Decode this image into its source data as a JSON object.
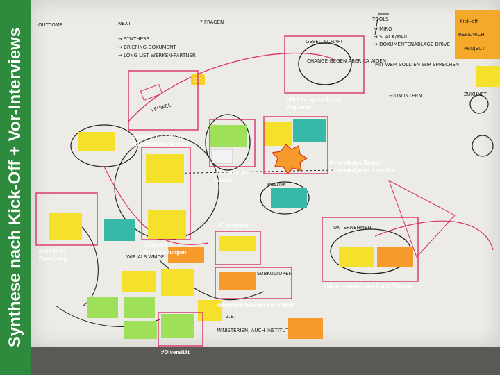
{
  "banner": {
    "title": "Synthese nach Kick-Off + Vor-Interviews"
  },
  "labels": {
    "not_backyard_1": "#Not in my backyard",
    "not_backyard_2": "Argument",
    "vehikel": "#Vehikel für Change",
    "demokratie": "#Demokratiestärkung",
    "handlungs_1": "#Handlungs-",
    "handlungs_2": "wissen",
    "knowledge_equity": "#Knowledge Equity",
    "knowledge_service": "#Knowledge as a service",
    "commons": "#Commons",
    "teil_1": "#Teil einer",
    "teil_2": "Bewegung",
    "bessere_1": "#Bessere",
    "bessere_2": "Entscheidungen",
    "unternehmen": "#Unternehmen und freies Wissen",
    "repraesentation": "#Representatation der Vielfalt",
    "diversitaet": "#Diversität"
  },
  "whiteboard": {
    "outcome": "OUTCOME",
    "next": "NEXT",
    "fragen": "? FRAGEN",
    "tools": "TOOLS",
    "synthese": "→ SYNTHESE",
    "briefing": "→ BRIEFING DOKUMENT",
    "longlist": "→ LONG LIST WERKEN-PARTNER",
    "miro": "→ MIRO",
    "slack": "→ SLACK/MAIL",
    "doku": "→ DOKUMENTENABLAGE DRIVE",
    "mit_wem": "MIT WEM SOLLTEN WIR SPRECHEN",
    "um_intern": "→ UM INTERN",
    "gesellschaft": "GESELLSCHAFT",
    "change": "CHANGE GEGEN ABER KA AIGEN",
    "politik": "POLITIK",
    "unternehmen_circle": "UNTERNEHMEN",
    "wir_als_wmde": "WIR ALS WMDE",
    "zb": "Z.B.",
    "ministerien": "MINISTERIEN, AUCH INSTITUTE",
    "subkulturen": "SUBKULTUREN",
    "kickoff": "Kick-off",
    "research": "RESEARCH",
    "project": "PROJECT",
    "zukunft": "ZUKUNFT"
  },
  "colors": {
    "banner": "#2e8b3e",
    "frame": "#d9306a",
    "note_yellow": "#f5e12b",
    "note_green": "#9fe05a",
    "note_orange": "#f59a2b",
    "note_teal": "#38b8a8"
  }
}
